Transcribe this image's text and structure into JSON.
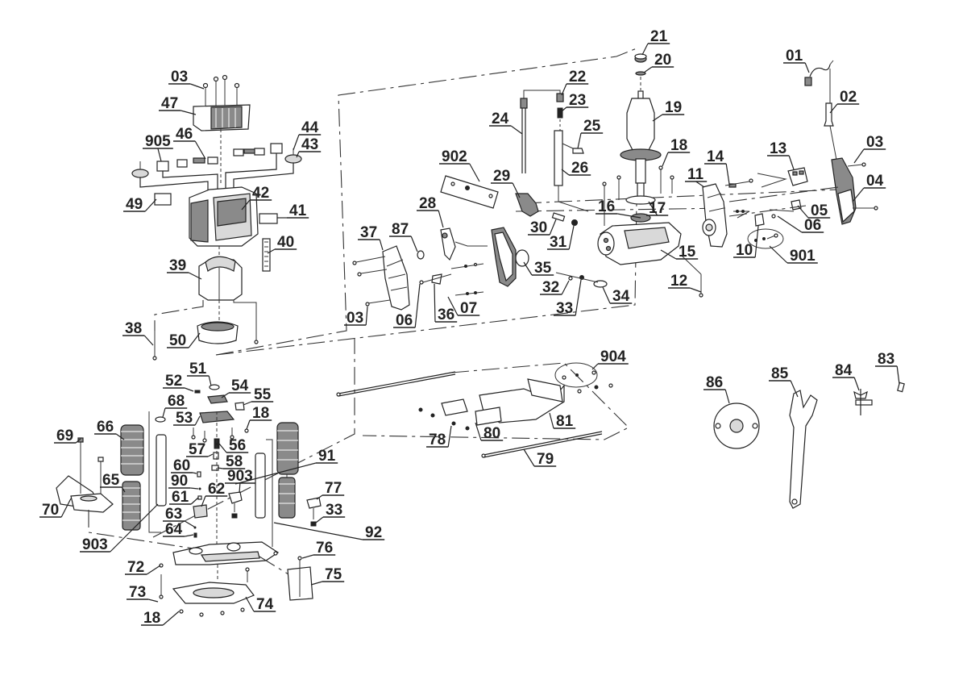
{
  "title": "Router exploded parts diagram",
  "labels": [
    {
      "id": "01"
    },
    {
      "id": "02"
    },
    {
      "id": "03"
    },
    {
      "id": "04"
    },
    {
      "id": "05"
    },
    {
      "id": "06"
    },
    {
      "id": "07"
    },
    {
      "id": "10"
    },
    {
      "id": "11"
    },
    {
      "id": "12"
    },
    {
      "id": "13"
    },
    {
      "id": "14"
    },
    {
      "id": "15"
    },
    {
      "id": "16"
    },
    {
      "id": "17"
    },
    {
      "id": "18"
    },
    {
      "id": "19"
    },
    {
      "id": "20"
    },
    {
      "id": "21"
    },
    {
      "id": "22"
    },
    {
      "id": "23"
    },
    {
      "id": "24"
    },
    {
      "id": "25"
    },
    {
      "id": "26"
    },
    {
      "id": "28"
    },
    {
      "id": "29"
    },
    {
      "id": "30"
    },
    {
      "id": "31"
    },
    {
      "id": "32"
    },
    {
      "id": "33"
    },
    {
      "id": "34"
    },
    {
      "id": "35"
    },
    {
      "id": "36"
    },
    {
      "id": "37"
    },
    {
      "id": "38"
    },
    {
      "id": "39"
    },
    {
      "id": "40"
    },
    {
      "id": "41"
    },
    {
      "id": "42"
    },
    {
      "id": "43"
    },
    {
      "id": "44"
    },
    {
      "id": "46"
    },
    {
      "id": "47"
    },
    {
      "id": "49"
    },
    {
      "id": "50"
    },
    {
      "id": "51"
    },
    {
      "id": "52"
    },
    {
      "id": "53"
    },
    {
      "id": "54"
    },
    {
      "id": "55"
    },
    {
      "id": "56"
    },
    {
      "id": "57"
    },
    {
      "id": "58"
    },
    {
      "id": "60"
    },
    {
      "id": "61"
    },
    {
      "id": "62"
    },
    {
      "id": "63"
    },
    {
      "id": "64"
    },
    {
      "id": "65"
    },
    {
      "id": "66"
    },
    {
      "id": "68"
    },
    {
      "id": "69"
    },
    {
      "id": "70"
    },
    {
      "id": "72"
    },
    {
      "id": "73"
    },
    {
      "id": "74"
    },
    {
      "id": "75"
    },
    {
      "id": "76"
    },
    {
      "id": "77"
    },
    {
      "id": "78"
    },
    {
      "id": "79"
    },
    {
      "id": "80"
    },
    {
      "id": "81"
    },
    {
      "id": "83"
    },
    {
      "id": "84"
    },
    {
      "id": "85"
    },
    {
      "id": "86"
    },
    {
      "id": "87"
    },
    {
      "id": "90"
    },
    {
      "id": "91"
    },
    {
      "id": "92"
    },
    {
      "id": "901"
    },
    {
      "id": "902"
    },
    {
      "id": "903"
    },
    {
      "id": "904"
    },
    {
      "id": "905"
    }
  ],
  "placed": {
    "l03a": "03",
    "l47": "47",
    "l905": "905",
    "l46": "46",
    "l44": "44",
    "l43": "43",
    "l49": "49",
    "l42": "42",
    "l41": "41",
    "l40": "40",
    "l39": "39",
    "l38": "38",
    "l50": "50",
    "l21": "21",
    "l20": "20",
    "l22": "22",
    "l23": "23",
    "l19": "19",
    "l24": "24",
    "l25": "25",
    "l18a": "18",
    "l26": "26",
    "l902": "902",
    "l29": "29",
    "l16": "16",
    "l17": "17",
    "l28": "28",
    "l30": "30",
    "l31": "31",
    "l37": "37",
    "l87": "87",
    "l15": "15",
    "l35": "35",
    "l32": "32",
    "l12": "12",
    "l33a": "33",
    "l34": "34",
    "l03b": "03",
    "l06a": "06",
    "l36": "36",
    "l07": "07",
    "l01": "01",
    "l02": "02",
    "l03c": "03",
    "l13": "13",
    "l14": "14",
    "l11": "11",
    "l04": "04",
    "l05": "05",
    "l06b": "06",
    "l10": "10",
    "l901": "901",
    "l51": "51",
    "l52": "52",
    "l54": "54",
    "l68": "68",
    "l55": "55",
    "l53": "53",
    "l18b": "18",
    "l66": "66",
    "l69": "69",
    "l57": "57",
    "l56": "56",
    "l60": "60",
    "l58": "58",
    "l91": "91",
    "l65": "65",
    "l90": "90",
    "l903a": "903",
    "l61": "61",
    "l62": "62",
    "l77": "77",
    "l70": "70",
    "l63": "63",
    "l33b": "33",
    "l64": "64",
    "l92": "92",
    "l903b": "903",
    "l76": "76",
    "l72": "72",
    "l75": "75",
    "l73": "73",
    "l74": "74",
    "l18c": "18",
    "l904": "904",
    "l81": "81",
    "l78": "78",
    "l80": "80",
    "l79": "79",
    "l86": "86",
    "l85": "85",
    "l84": "84",
    "l83": "83"
  }
}
